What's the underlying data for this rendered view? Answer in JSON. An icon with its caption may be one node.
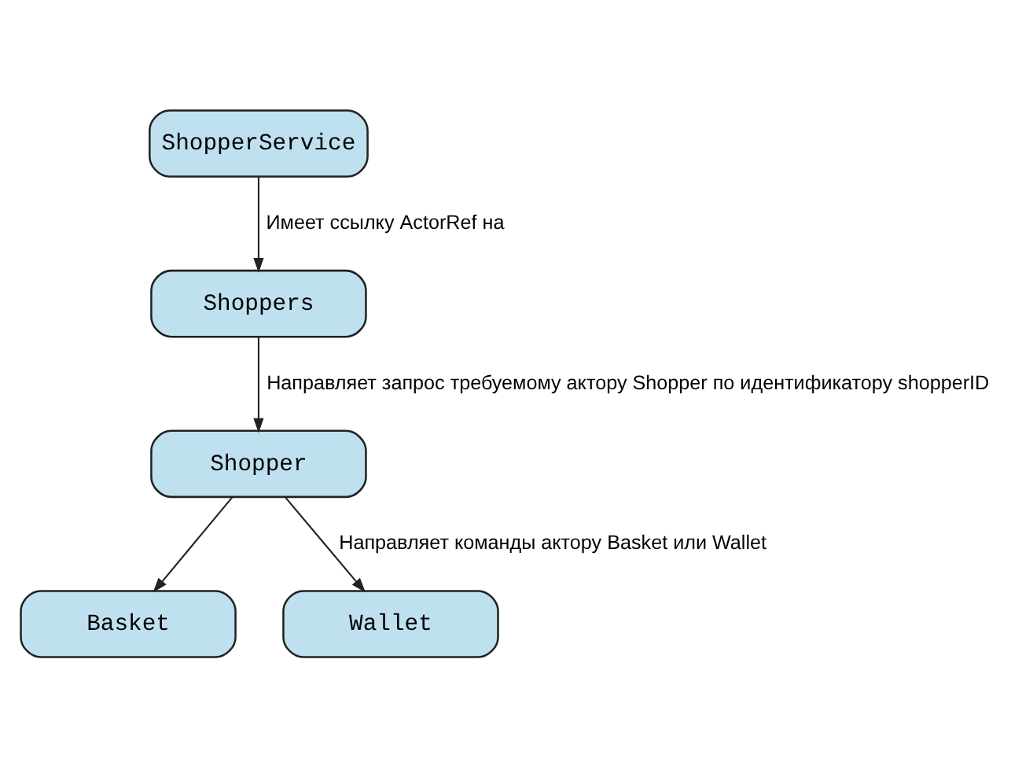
{
  "diagram": {
    "nodes": [
      {
        "text": [
          "ShopperService"
        ]
      },
      {
        "text": [
          "Shoppers"
        ]
      },
      {
        "text": [
          "Shopper"
        ]
      },
      {
        "text": [
          "Basket"
        ]
      },
      {
        "text": [
          "Wallet"
        ]
      }
    ],
    "edges": [
      {
        "from": 0,
        "to": 1,
        "arrow": "to",
        "label": "Имеет ссылку ActorRef на"
      },
      {
        "from": 1,
        "to": 2,
        "arrow": "to",
        "label": "Направляет запрос требуемому актору Shopper по идентификатору shopperID"
      },
      {
        "from": 2,
        "to": 3,
        "arrow": "to"
      },
      {
        "from": 2,
        "to": 4,
        "arrow": "to",
        "label": "Направляет команды актору Basket или Wallet"
      }
    ]
  }
}
